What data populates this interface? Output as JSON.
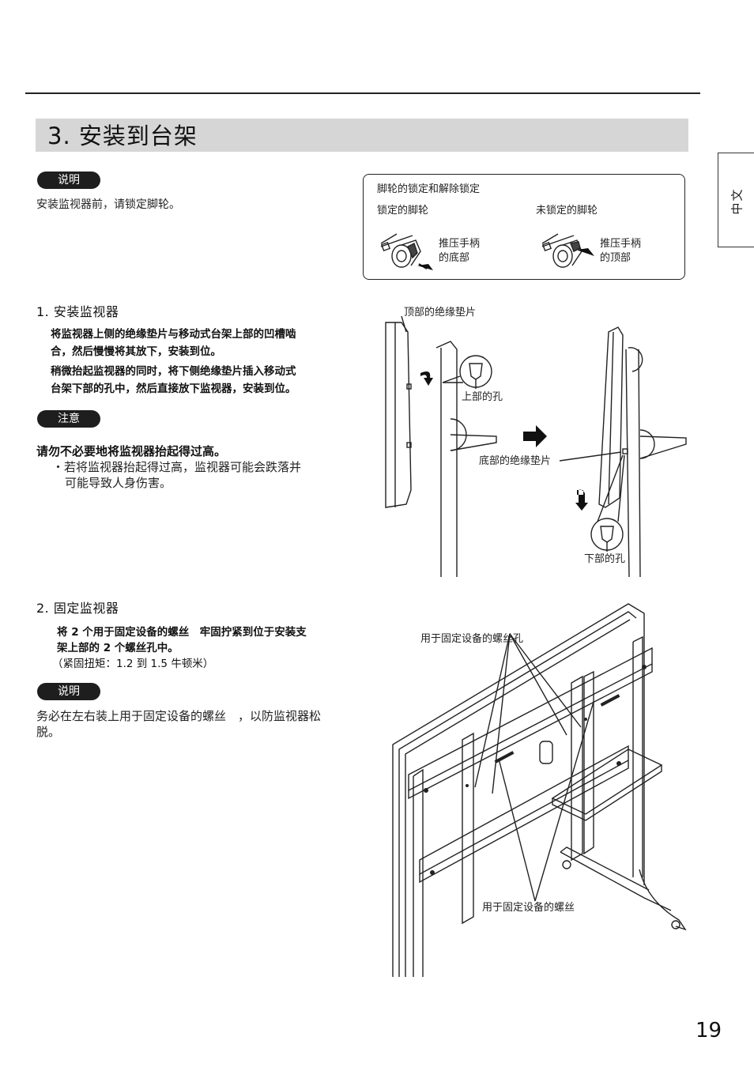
{
  "header": {
    "title": "3. 安装到台架",
    "language_tab": "中文"
  },
  "note1": {
    "badge": "说明",
    "text": "安装监视器前，请锁定脚轮。"
  },
  "caster_box": {
    "title": "脚轮的锁定和解除锁定",
    "locked_label": "锁定的脚轮",
    "unlocked_label": "未锁定的脚轮",
    "locked_caption_1": "推压手柄",
    "locked_caption_2": "的底部",
    "unlocked_caption_1": "推压手柄",
    "unlocked_caption_2": "的顶部"
  },
  "step1": {
    "heading": "1. 安装监视器",
    "para1_line1": "将监视器上侧的绝缘垫片与移动式台架上部的凹槽啮",
    "para1_line2": "合，然后慢慢将其放下，安装到位。",
    "para2_line1": "稍微抬起监视器的同时，将下侧绝缘垫片插入移动式",
    "para2_line2": "台架下部的孔中，然后直接放下监视器，安装到位。"
  },
  "caution": {
    "badge": "注意",
    "main": "请勿不必要地将监视器抬起得过高。",
    "bullet_line1": "・若将监视器抬起得过高，监视器可能会跌落并",
    "bullet_line2": "可能导致人身伤害。"
  },
  "diagram1": {
    "top_spacer": "顶部的绝缘垫片",
    "upper_hole": "上部的孔",
    "bottom_spacer": "底部的绝缘垫片",
    "lower_hole": "下部的孔"
  },
  "step2": {
    "heading": "2. 固定监视器",
    "line1": "将 2 个用于固定设备的螺丝　牢固拧紧到位于安装支",
    "line2": "架上部的 2 个螺丝孔中。",
    "line3": "（紧固扭矩：1.2 到 1.5 牛顿米）"
  },
  "note2": {
    "badge": "说明",
    "line1": "务必在左右装上用于固定设备的螺丝　，以防监视器松",
    "line2": "脱。"
  },
  "diagram2": {
    "screw_hole_label": "用于固定设备的螺丝孔",
    "screw_label": "用于固定设备的螺丝"
  },
  "footer": {
    "page_number": "19"
  }
}
